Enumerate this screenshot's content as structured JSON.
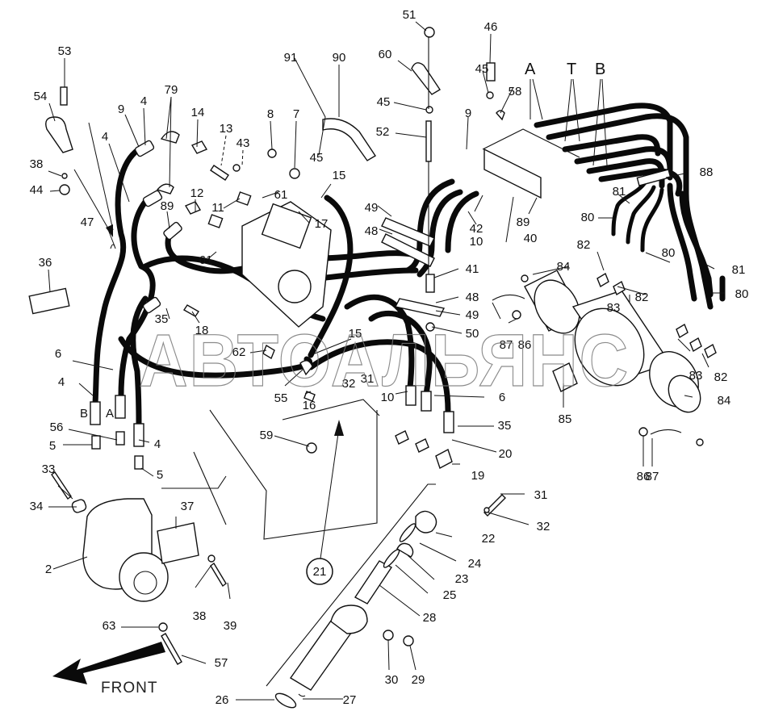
{
  "diagram": {
    "title": "Hydraulic hose layout — exploded parts view",
    "watermark": "АВТОАЛЬЯНС",
    "front_label": "FRONT",
    "port_labels": [
      {
        "id": "port-A",
        "text": "A"
      },
      {
        "id": "port-T",
        "text": "T"
      },
      {
        "id": "port-B",
        "text": "B"
      }
    ],
    "hose_markings": [
      {
        "id": "hose-mark-B",
        "text": "B"
      },
      {
        "id": "hose-mark-A",
        "text": "A"
      }
    ],
    "circled_callout": "21",
    "callouts": [
      {
        "id": "c53",
        "text": "53"
      },
      {
        "id": "c54",
        "text": "54"
      },
      {
        "id": "c38a",
        "text": "38"
      },
      {
        "id": "c44",
        "text": "44"
      },
      {
        "id": "c9a",
        "text": "9"
      },
      {
        "id": "c4a",
        "text": "4"
      },
      {
        "id": "c79",
        "text": "79"
      },
      {
        "id": "c14",
        "text": "14"
      },
      {
        "id": "c13",
        "text": "13"
      },
      {
        "id": "c43",
        "text": "43"
      },
      {
        "id": "c8",
        "text": "8"
      },
      {
        "id": "c7",
        "text": "7"
      },
      {
        "id": "c91",
        "text": "91"
      },
      {
        "id": "c90",
        "text": "90"
      },
      {
        "id": "c45a",
        "text": "45"
      },
      {
        "id": "c4b",
        "text": "4"
      },
      {
        "id": "c47",
        "text": "47"
      },
      {
        "id": "c12",
        "text": "12"
      },
      {
        "id": "c89a",
        "text": "89"
      },
      {
        "id": "c11",
        "text": "11"
      },
      {
        "id": "c61a",
        "text": "61"
      },
      {
        "id": "c61b",
        "text": "61"
      },
      {
        "id": "c15a",
        "text": "15"
      },
      {
        "id": "c17",
        "text": "17"
      },
      {
        "id": "c36",
        "text": "36"
      },
      {
        "id": "c35a",
        "text": "35"
      },
      {
        "id": "c18",
        "text": "18"
      },
      {
        "id": "c62",
        "text": "62"
      },
      {
        "id": "c15b",
        "text": "15"
      },
      {
        "id": "c6a",
        "text": "6"
      },
      {
        "id": "c4c",
        "text": "4"
      },
      {
        "id": "c55",
        "text": "55"
      },
      {
        "id": "c16",
        "text": "16"
      },
      {
        "id": "c32a",
        "text": "32"
      },
      {
        "id": "c31a",
        "text": "31"
      },
      {
        "id": "c56",
        "text": "56"
      },
      {
        "id": "c5a",
        "text": "5"
      },
      {
        "id": "c4d",
        "text": "4"
      },
      {
        "id": "c5b",
        "text": "5"
      },
      {
        "id": "c33",
        "text": "33"
      },
      {
        "id": "c34",
        "text": "34"
      },
      {
        "id": "c37",
        "text": "37"
      },
      {
        "id": "c2",
        "text": "2"
      },
      {
        "id": "c38b",
        "text": "38"
      },
      {
        "id": "c39",
        "text": "39"
      },
      {
        "id": "c63",
        "text": "63"
      },
      {
        "id": "c57",
        "text": "57"
      },
      {
        "id": "c59",
        "text": "59"
      },
      {
        "id": "c51",
        "text": "51"
      },
      {
        "id": "c60",
        "text": "60"
      },
      {
        "id": "c45b",
        "text": "45"
      },
      {
        "id": "c52",
        "text": "52"
      },
      {
        "id": "c46",
        "text": "46"
      },
      {
        "id": "c45c",
        "text": "45"
      },
      {
        "id": "c58",
        "text": "58"
      },
      {
        "id": "c9b",
        "text": "9"
      },
      {
        "id": "c49a",
        "text": "49"
      },
      {
        "id": "c48a",
        "text": "48"
      },
      {
        "id": "c42",
        "text": "42"
      },
      {
        "id": "c10a",
        "text": "10"
      },
      {
        "id": "c89b",
        "text": "89"
      },
      {
        "id": "c40",
        "text": "40"
      },
      {
        "id": "c41",
        "text": "41"
      },
      {
        "id": "c48b",
        "text": "48"
      },
      {
        "id": "c49b",
        "text": "49"
      },
      {
        "id": "c50",
        "text": "50"
      },
      {
        "id": "c88",
        "text": "88"
      },
      {
        "id": "c81a",
        "text": "81"
      },
      {
        "id": "c80a",
        "text": "80"
      },
      {
        "id": "c82a",
        "text": "82"
      },
      {
        "id": "c84a",
        "text": "84"
      },
      {
        "id": "c80b",
        "text": "80"
      },
      {
        "id": "c81b",
        "text": "81"
      },
      {
        "id": "c80c",
        "text": "80"
      },
      {
        "id": "c82b",
        "text": "82"
      },
      {
        "id": "c83a",
        "text": "83"
      },
      {
        "id": "c87a",
        "text": "87"
      },
      {
        "id": "c86a",
        "text": "86"
      },
      {
        "id": "c83b",
        "text": "83"
      },
      {
        "id": "c82c",
        "text": "82"
      },
      {
        "id": "c84b",
        "text": "84"
      },
      {
        "id": "c85",
        "text": "85"
      },
      {
        "id": "c86b",
        "text": "86"
      },
      {
        "id": "c87b",
        "text": "87"
      },
      {
        "id": "c10b",
        "text": "10"
      },
      {
        "id": "c6b",
        "text": "6"
      },
      {
        "id": "c35b",
        "text": "35"
      },
      {
        "id": "c20",
        "text": "20"
      },
      {
        "id": "c19",
        "text": "19"
      },
      {
        "id": "c31b",
        "text": "31"
      },
      {
        "id": "c32b",
        "text": "32"
      },
      {
        "id": "c22",
        "text": "22"
      },
      {
        "id": "c24",
        "text": "24"
      },
      {
        "id": "c23",
        "text": "23"
      },
      {
        "id": "c25",
        "text": "25"
      },
      {
        "id": "c28",
        "text": "28"
      },
      {
        "id": "c30",
        "text": "30"
      },
      {
        "id": "c29",
        "text": "29"
      },
      {
        "id": "c26",
        "text": "26"
      },
      {
        "id": "c27",
        "text": "27"
      }
    ]
  }
}
